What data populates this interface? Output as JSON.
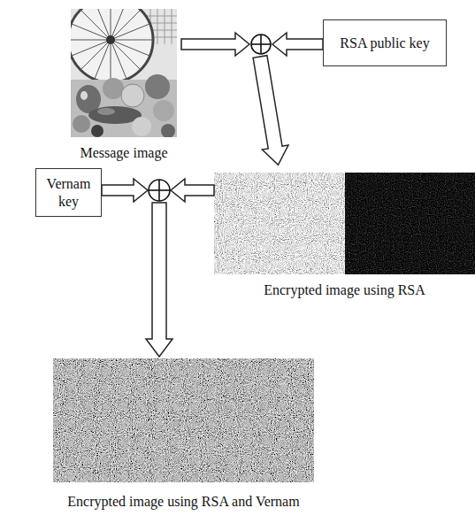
{
  "diagram": {
    "nodes": [
      {
        "text": [
          "Message image"
        ]
      },
      {
        "text": [
          "RSA public key"
        ]
      },
      {
        "text": [
          "Encrypted image using RSA"
        ]
      },
      {
        "text": [
          "Vernam key"
        ]
      },
      {
        "text": [
          "Encrypted image using RSA and Vernam"
        ]
      }
    ]
  }
}
